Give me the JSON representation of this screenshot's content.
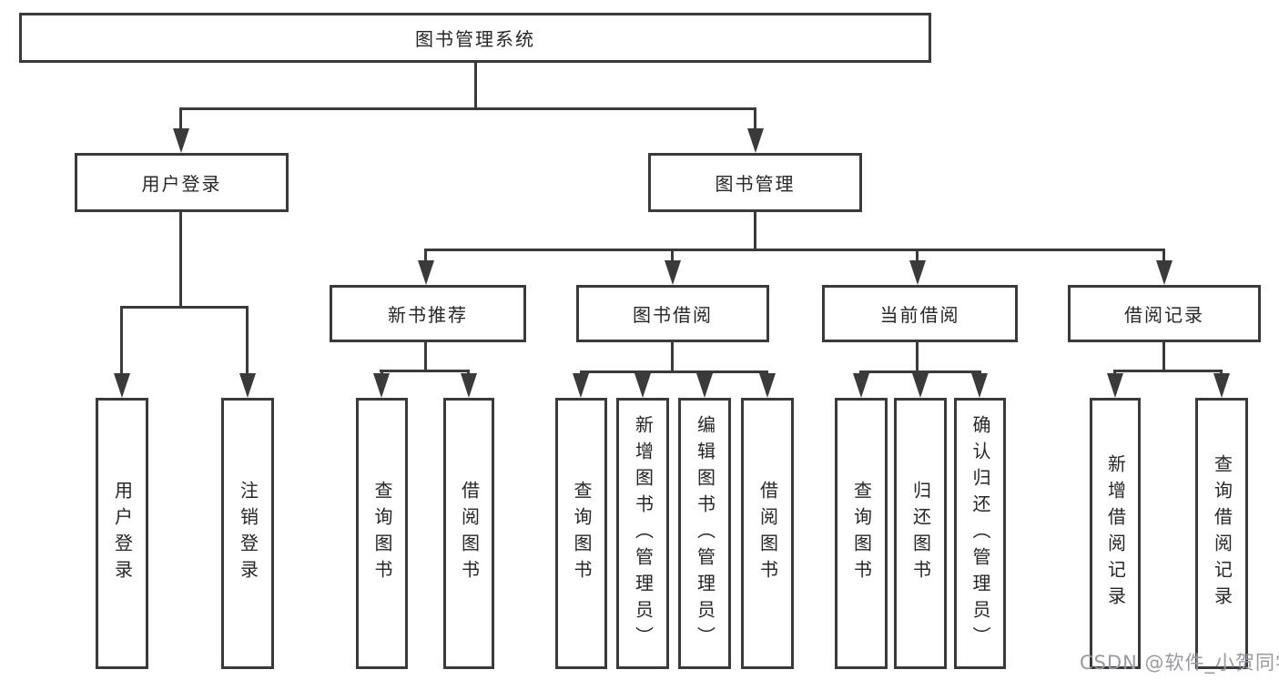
{
  "root_label": "图书管理系统",
  "level2": {
    "user_login": "用户登录",
    "book_management": "图书管理"
  },
  "level3": {
    "new_book": "新书推荐",
    "borrow": "图书借阅",
    "current": "当前借阅",
    "records": "借阅记录"
  },
  "leaves": {
    "user_login": [
      "用户登录",
      "注销登录"
    ],
    "new_book": [
      "查询图书",
      "借阅图书"
    ],
    "borrow": [
      "查询图书",
      "新增图书（管理员）",
      "编辑图书（管理员）",
      "借阅图书"
    ],
    "current": [
      "查询图书",
      "归还图书",
      "确认归还（管理员）"
    ],
    "records": [
      "新增借阅记录",
      "查询借阅记录"
    ]
  },
  "watermark": "CSDN @软件_小贺同学",
  "colors": {
    "line": "#3a3a3a",
    "text": "#262626",
    "watermark": "#9899a1",
    "background": "#ffffff"
  }
}
